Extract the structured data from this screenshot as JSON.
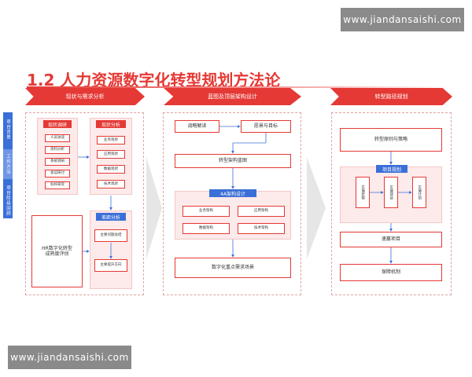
{
  "watermark_top": "www.jiandansaishi.com",
  "watermark_bottom": "www.jiandansaishi.com",
  "title": "1.2 人力资源数字化转型规划方法论",
  "side_tabs": [
    "项目背景",
    "工作方法",
    "项目阶段回顾"
  ],
  "stages": [
    "现状与需求分析",
    "蓝图及顶层架构设计",
    "转型路径规划"
  ],
  "panel1": {
    "research": {
      "header": "现状调研",
      "items": [
        "人员访谈",
        "资料分析",
        "系统调研",
        "会议研讨",
        "标杆研究"
      ]
    },
    "analysis": {
      "header": "现状分析",
      "items": [
        "业务现状",
        "应用现状",
        "数据现状",
        "技术现状"
      ]
    },
    "hr_eval": "HR数字化转型成熟度评估",
    "gap": {
      "header": "差距分析",
      "items": [
        "主要问题总结",
        "主要提升方向"
      ]
    }
  },
  "panel2": {
    "strategy": "战略解读",
    "vision": "愿景与目标",
    "blueprint": "转型架构蓝图",
    "arch": {
      "header": "4A架构设计",
      "items": [
        "业务架构",
        "应用架构",
        "数据架构",
        "技术架构"
      ]
    },
    "scenarios": "数字化重点需求场景"
  },
  "panel3": {
    "principles": "转型原则与策略",
    "plan": {
      "header": "项目规划",
      "items": [
        "实施步骤",
        "实施项目",
        "实施计划"
      ]
    },
    "key_projects": "速赢项目",
    "guarantee": "保障机制"
  },
  "colors": {
    "accent": "#e53935",
    "blue": "#3b6fd8",
    "watermark_bg": "#8a8a8a"
  }
}
